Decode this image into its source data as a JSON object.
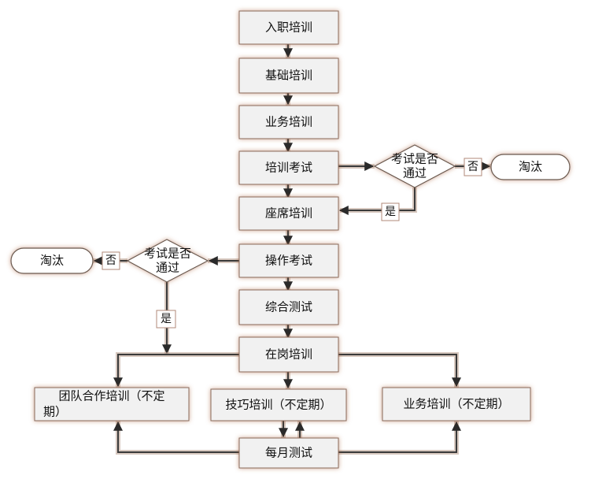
{
  "nodes": {
    "induction": "入职培训",
    "basic": "基础培训",
    "business": "业务培训",
    "training_exam": "培训考试",
    "pass_check_1_line1": "考试是否",
    "pass_check_1_line2": "通过",
    "eliminate_1": "淘汰",
    "seat_training": "座席培训",
    "operation_exam": "操作考试",
    "pass_check_2_line1": "考试是否",
    "pass_check_2_line2": "通过",
    "eliminate_2": "淘汰",
    "comprehensive_test": "综合测试",
    "on_job_training": "在岗培训",
    "team_training_line1": "团队合作培训（不定",
    "team_training_line2": "期）",
    "skills_training": "技巧培训（不定期）",
    "business_training_irregular": "业务培训（不定期）",
    "monthly_test": "每月测试"
  },
  "labels": {
    "no_1": "否",
    "yes_1": "是",
    "no_2": "否",
    "yes_2": "是"
  }
}
